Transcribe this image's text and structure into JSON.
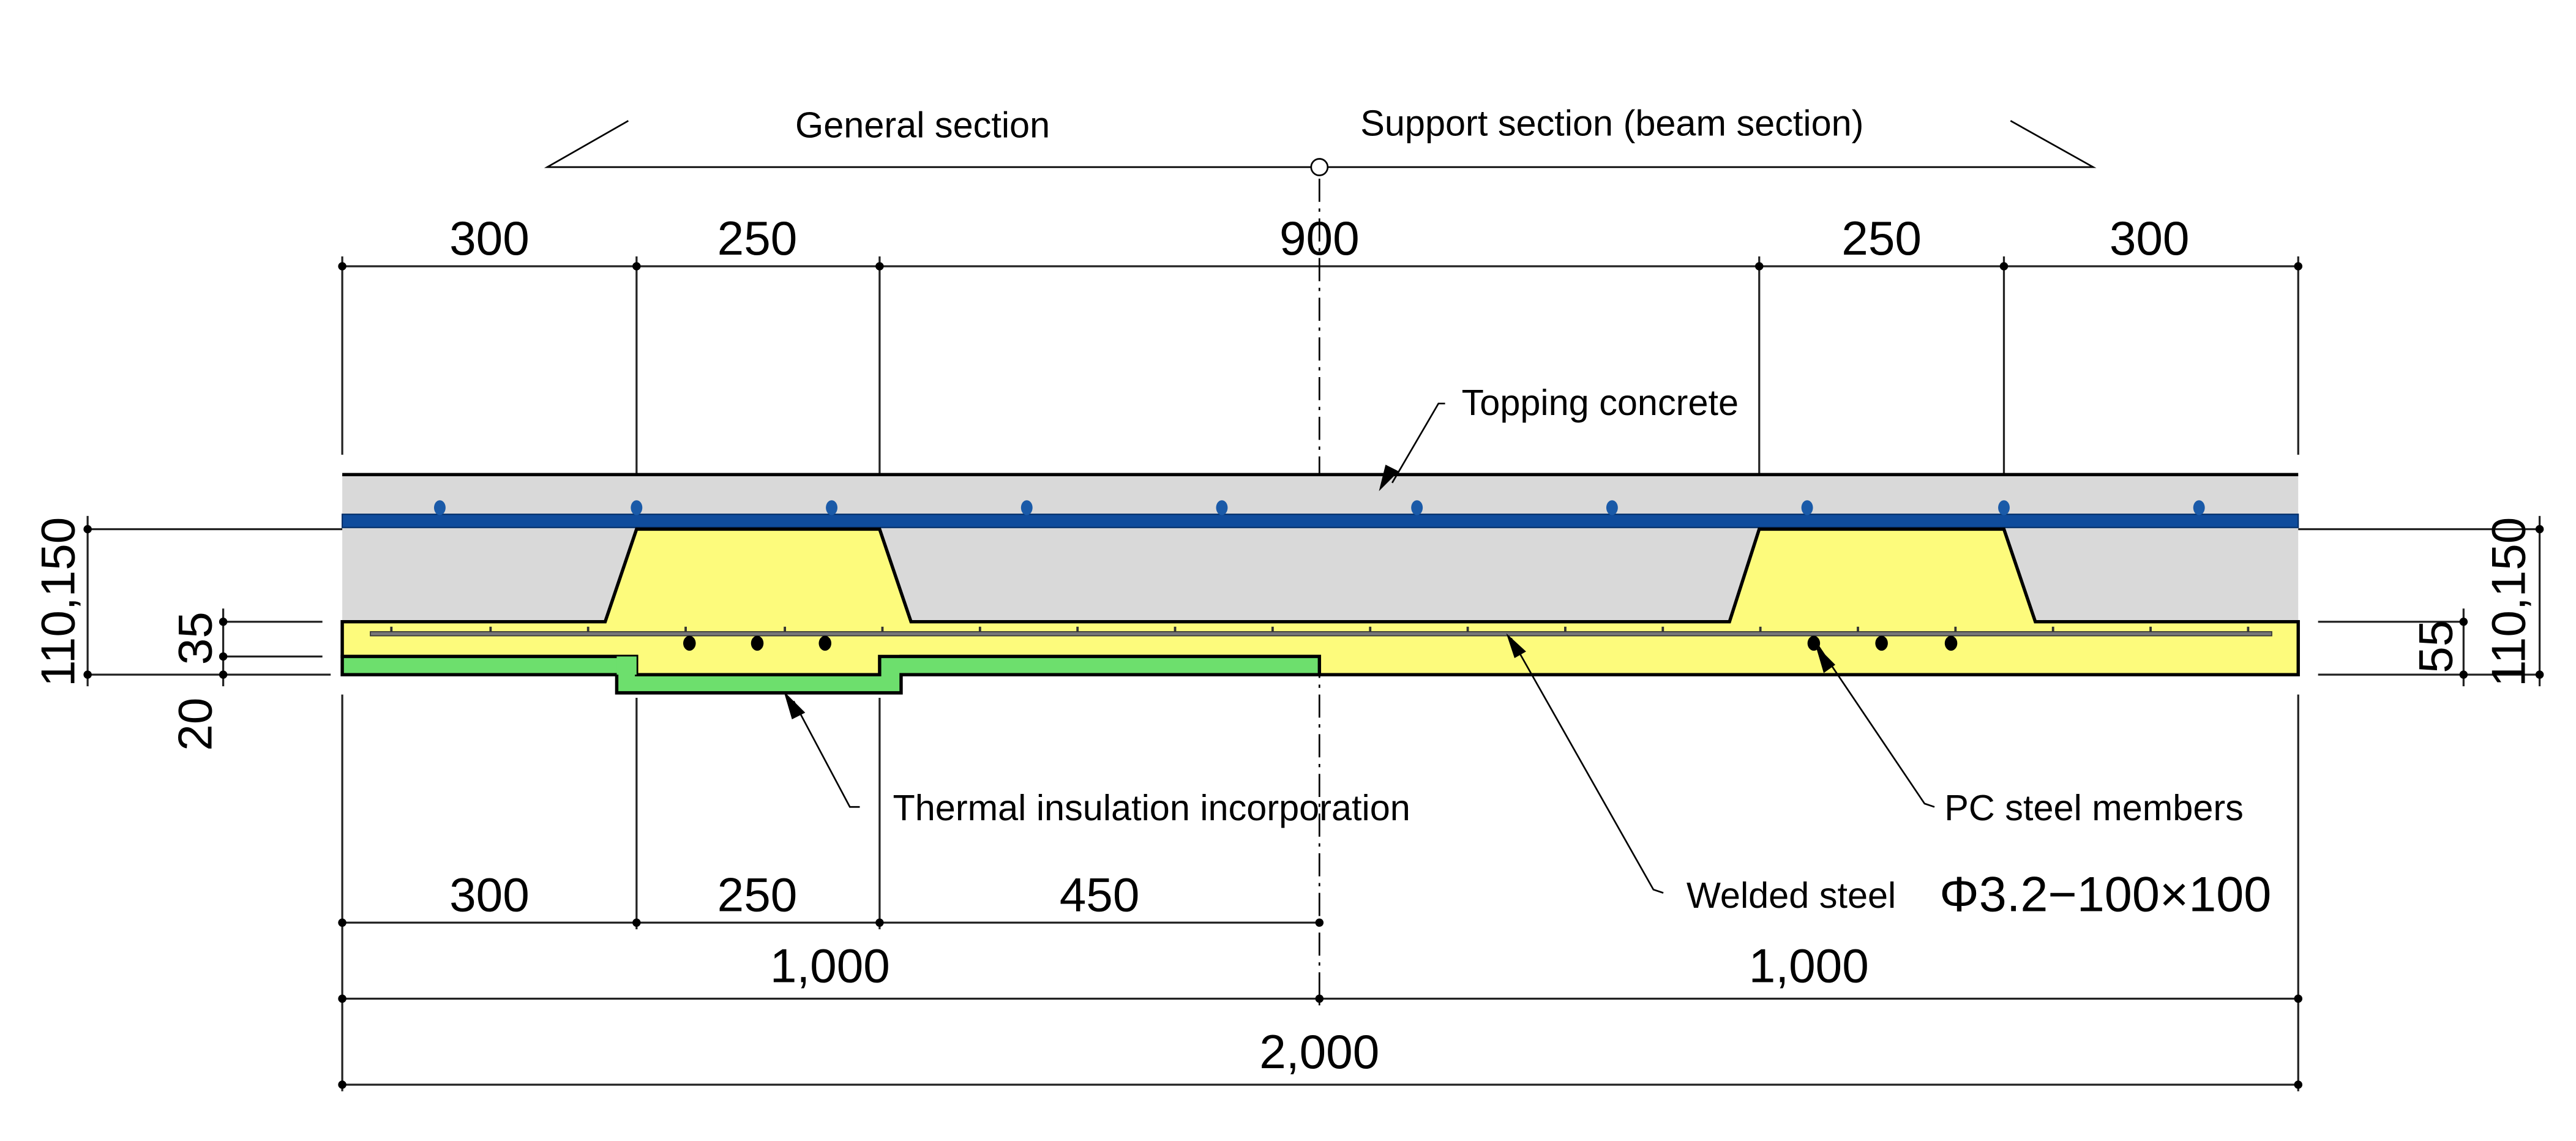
{
  "title_labels": {
    "general_section": "General section",
    "support_section": "Support section (beam section)"
  },
  "top_dimensions": [
    "300",
    "250",
    "900",
    "250",
    "300"
  ],
  "bottom_dimensions": {
    "row1": [
      "300",
      "250",
      "450"
    ],
    "row2": [
      "1,000",
      "1,000"
    ],
    "row3": [
      "2,000"
    ]
  },
  "left_dimensions": {
    "total": "110,150",
    "upper": "35",
    "lower": "20"
  },
  "right_dimensions": {
    "total": "110,150",
    "base": "55"
  },
  "callouts": {
    "topping_concrete": "Topping concrete",
    "thermal_insulation": "Thermal insulation incorporation",
    "pc_steel": "PC steel members",
    "welded_steel": "Welded steel",
    "welded_spec": "Φ3.2−100×100"
  },
  "colors": {
    "topping_concrete": "#d9d9d9",
    "rebar_band": "#0f4c9c",
    "precast_slab": "#fdfb7c",
    "insulation": "#6ddf6d",
    "outline": "#000000"
  }
}
